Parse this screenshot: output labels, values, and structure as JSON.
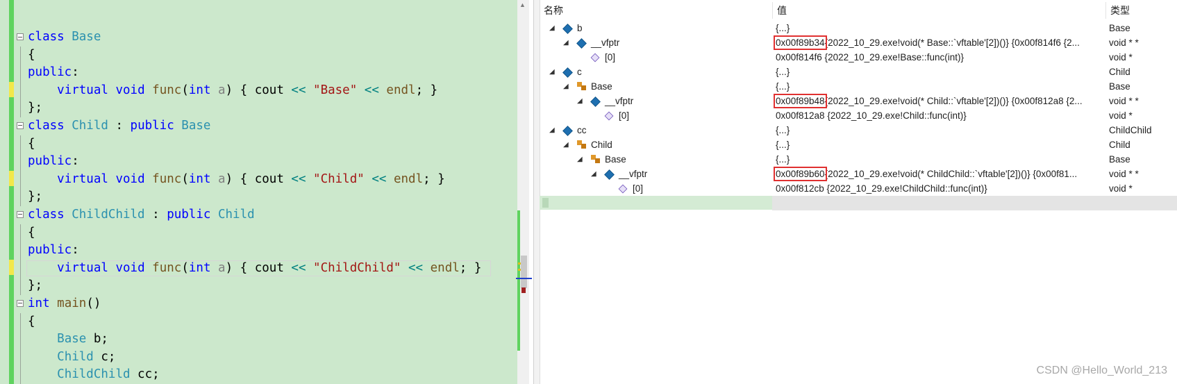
{
  "editor": {
    "lines": [
      {
        "fold": true,
        "current": false,
        "tokens": [
          {
            "t": "class",
            "c": "kw"
          },
          {
            "t": " ",
            "c": "pl"
          },
          {
            "t": "Base",
            "c": "ty"
          }
        ]
      },
      {
        "fold": false,
        "current": false,
        "tokens": [
          {
            "t": "{",
            "c": "pl"
          }
        ]
      },
      {
        "fold": false,
        "current": false,
        "tokens": [
          {
            "t": "public",
            "c": "kw"
          },
          {
            "t": ":",
            "c": "pl"
          }
        ]
      },
      {
        "fold": false,
        "current": false,
        "tokens": [
          {
            "t": "    ",
            "c": "pl"
          },
          {
            "t": "virtual",
            "c": "kw"
          },
          {
            "t": " ",
            "c": "pl"
          },
          {
            "t": "void",
            "c": "kw"
          },
          {
            "t": " ",
            "c": "pl"
          },
          {
            "t": "func",
            "c": "fn"
          },
          {
            "t": "(",
            "c": "pl"
          },
          {
            "t": "int",
            "c": "kw"
          },
          {
            "t": " ",
            "c": "pl"
          },
          {
            "t": "a",
            "c": "pm"
          },
          {
            "t": ") { cout ",
            "c": "pl"
          },
          {
            "t": "<<",
            "c": "op"
          },
          {
            "t": " ",
            "c": "pl"
          },
          {
            "t": "\"Base\"",
            "c": "st"
          },
          {
            "t": " ",
            "c": "pl"
          },
          {
            "t": "<<",
            "c": "op"
          },
          {
            "t": " ",
            "c": "pl"
          },
          {
            "t": "endl",
            "c": "fn"
          },
          {
            "t": "; }",
            "c": "pl"
          }
        ]
      },
      {
        "fold": false,
        "current": false,
        "tokens": [
          {
            "t": "};",
            "c": "pl"
          }
        ]
      },
      {
        "fold": true,
        "current": false,
        "tokens": [
          {
            "t": "class",
            "c": "kw"
          },
          {
            "t": " ",
            "c": "pl"
          },
          {
            "t": "Child",
            "c": "ty"
          },
          {
            "t": " : ",
            "c": "pl"
          },
          {
            "t": "public",
            "c": "kw"
          },
          {
            "t": " ",
            "c": "pl"
          },
          {
            "t": "Base",
            "c": "ty"
          }
        ]
      },
      {
        "fold": false,
        "current": false,
        "tokens": [
          {
            "t": "{",
            "c": "pl"
          }
        ]
      },
      {
        "fold": false,
        "current": false,
        "tokens": [
          {
            "t": "public",
            "c": "kw"
          },
          {
            "t": ":",
            "c": "pl"
          }
        ]
      },
      {
        "fold": false,
        "current": false,
        "tokens": [
          {
            "t": "    ",
            "c": "pl"
          },
          {
            "t": "virtual",
            "c": "kw"
          },
          {
            "t": " ",
            "c": "pl"
          },
          {
            "t": "void",
            "c": "kw"
          },
          {
            "t": " ",
            "c": "pl"
          },
          {
            "t": "func",
            "c": "fn"
          },
          {
            "t": "(",
            "c": "pl"
          },
          {
            "t": "int",
            "c": "kw"
          },
          {
            "t": " ",
            "c": "pl"
          },
          {
            "t": "a",
            "c": "pm"
          },
          {
            "t": ") { cout ",
            "c": "pl"
          },
          {
            "t": "<<",
            "c": "op"
          },
          {
            "t": " ",
            "c": "pl"
          },
          {
            "t": "\"Child\"",
            "c": "st"
          },
          {
            "t": " ",
            "c": "pl"
          },
          {
            "t": "<<",
            "c": "op"
          },
          {
            "t": " ",
            "c": "pl"
          },
          {
            "t": "endl",
            "c": "fn"
          },
          {
            "t": "; }",
            "c": "pl"
          }
        ]
      },
      {
        "fold": false,
        "current": false,
        "tokens": [
          {
            "t": "};",
            "c": "pl"
          }
        ]
      },
      {
        "fold": true,
        "current": false,
        "tokens": [
          {
            "t": "class",
            "c": "kw"
          },
          {
            "t": " ",
            "c": "pl"
          },
          {
            "t": "ChildChild",
            "c": "ty"
          },
          {
            "t": " : ",
            "c": "pl"
          },
          {
            "t": "public",
            "c": "kw"
          },
          {
            "t": " ",
            "c": "pl"
          },
          {
            "t": "Child",
            "c": "ty"
          }
        ]
      },
      {
        "fold": false,
        "current": false,
        "tokens": [
          {
            "t": "{",
            "c": "pl"
          }
        ]
      },
      {
        "fold": false,
        "current": false,
        "tokens": [
          {
            "t": "public",
            "c": "kw"
          },
          {
            "t": ":",
            "c": "pl"
          }
        ]
      },
      {
        "fold": false,
        "current": true,
        "tokens": [
          {
            "t": "    ",
            "c": "pl"
          },
          {
            "t": "virtual",
            "c": "kw"
          },
          {
            "t": " ",
            "c": "pl"
          },
          {
            "t": "void",
            "c": "kw"
          },
          {
            "t": " ",
            "c": "pl"
          },
          {
            "t": "func",
            "c": "fn"
          },
          {
            "t": "(",
            "c": "pl"
          },
          {
            "t": "int",
            "c": "kw"
          },
          {
            "t": " ",
            "c": "pl"
          },
          {
            "t": "a",
            "c": "pm"
          },
          {
            "t": ") { cout ",
            "c": "pl"
          },
          {
            "t": "<<",
            "c": "op"
          },
          {
            "t": " ",
            "c": "pl"
          },
          {
            "t": "\"ChildChild\"",
            "c": "st"
          },
          {
            "t": " ",
            "c": "pl"
          },
          {
            "t": "<<",
            "c": "op"
          },
          {
            "t": " ",
            "c": "pl"
          },
          {
            "t": "endl",
            "c": "fn"
          },
          {
            "t": "; }",
            "c": "pl"
          }
        ]
      },
      {
        "fold": false,
        "current": false,
        "tokens": [
          {
            "t": "};",
            "c": "pl"
          }
        ]
      },
      {
        "fold": true,
        "current": false,
        "tokens": [
          {
            "t": "int",
            "c": "kw"
          },
          {
            "t": " ",
            "c": "pl"
          },
          {
            "t": "main",
            "c": "fn"
          },
          {
            "t": "()",
            "c": "pl"
          }
        ]
      },
      {
        "fold": false,
        "current": false,
        "tokens": [
          {
            "t": "{",
            "c": "pl"
          }
        ]
      },
      {
        "fold": false,
        "current": false,
        "tokens": [
          {
            "t": "    ",
            "c": "pl"
          },
          {
            "t": "Base",
            "c": "ty"
          },
          {
            "t": " b;",
            "c": "pl"
          }
        ]
      },
      {
        "fold": false,
        "current": false,
        "tokens": [
          {
            "t": "    ",
            "c": "pl"
          },
          {
            "t": "Child",
            "c": "ty"
          },
          {
            "t": " c;",
            "c": "pl"
          }
        ]
      },
      {
        "fold": false,
        "current": false,
        "tokens": [
          {
            "t": "    ",
            "c": "pl"
          },
          {
            "t": "ChildChild",
            "c": "ty"
          },
          {
            "t": " cc;",
            "c": "pl"
          }
        ]
      }
    ]
  },
  "watch": {
    "headers": {
      "name": "名称",
      "value": "值",
      "type": "类型"
    },
    "rows": [
      {
        "depth": 0,
        "icon": "object-icon",
        "name": "b",
        "addr": "",
        "highlight": false,
        "value": "{...}",
        "type": "Base"
      },
      {
        "depth": 1,
        "icon": "object-icon",
        "name": "__vfptr",
        "addr": "0x00f89b34",
        "highlight": true,
        "value": "{2022_10_29.exe!void(* Base::`vftable'[2])()} {0x00f814f6 {2...",
        "type": "void * *"
      },
      {
        "depth": 2,
        "icon": "field-icon",
        "name": "[0]",
        "addr": "",
        "highlight": false,
        "value": "0x00f814f6 {2022_10_29.exe!Base::func(int)}",
        "type": "void *"
      },
      {
        "depth": 0,
        "icon": "object-icon",
        "name": "c",
        "addr": "",
        "highlight": false,
        "value": "{...}",
        "type": "Child"
      },
      {
        "depth": 1,
        "icon": "base-class-icon",
        "name": "Base",
        "addr": "",
        "highlight": false,
        "value": "{...}",
        "type": "Base"
      },
      {
        "depth": 2,
        "icon": "object-icon",
        "name": "__vfptr",
        "addr": "0x00f89b48",
        "highlight": true,
        "value": "{2022_10_29.exe!void(* Child::`vftable'[2])()} {0x00f812a8 {2...",
        "type": "void * *"
      },
      {
        "depth": 3,
        "icon": "field-icon",
        "name": "[0]",
        "addr": "",
        "highlight": false,
        "value": "0x00f812a8 {2022_10_29.exe!Child::func(int)}",
        "type": "void *"
      },
      {
        "depth": 0,
        "icon": "object-icon",
        "name": "cc",
        "addr": "",
        "highlight": false,
        "value": "{...}",
        "type": "ChildChild"
      },
      {
        "depth": 1,
        "icon": "base-class-icon",
        "name": "Child",
        "addr": "",
        "highlight": false,
        "value": "{...}",
        "type": "Child"
      },
      {
        "depth": 2,
        "icon": "base-class-icon",
        "name": "Base",
        "addr": "",
        "highlight": false,
        "value": "{...}",
        "type": "Base"
      },
      {
        "depth": 3,
        "icon": "object-icon",
        "name": "__vfptr",
        "addr": "0x00f89b60",
        "highlight": true,
        "value": "{2022_10_29.exe!void(* ChildChild::`vftable'[2])()} {0x00f81...",
        "type": "void * *"
      },
      {
        "depth": 4,
        "icon": "field-icon",
        "name": "[0]",
        "addr": "",
        "highlight": false,
        "value": "0x00f812cb {2022_10_29.exe!ChildChild::func(int)}",
        "type": "void *"
      }
    ]
  },
  "watermark": "CSDN @Hello_World_213",
  "colors": {
    "keyword": "#0000ff",
    "type": "#2b91af",
    "function": "#74531f",
    "string": "#a31515",
    "highlight_box": "#e03030",
    "editor_bg": "#cce8cc"
  }
}
